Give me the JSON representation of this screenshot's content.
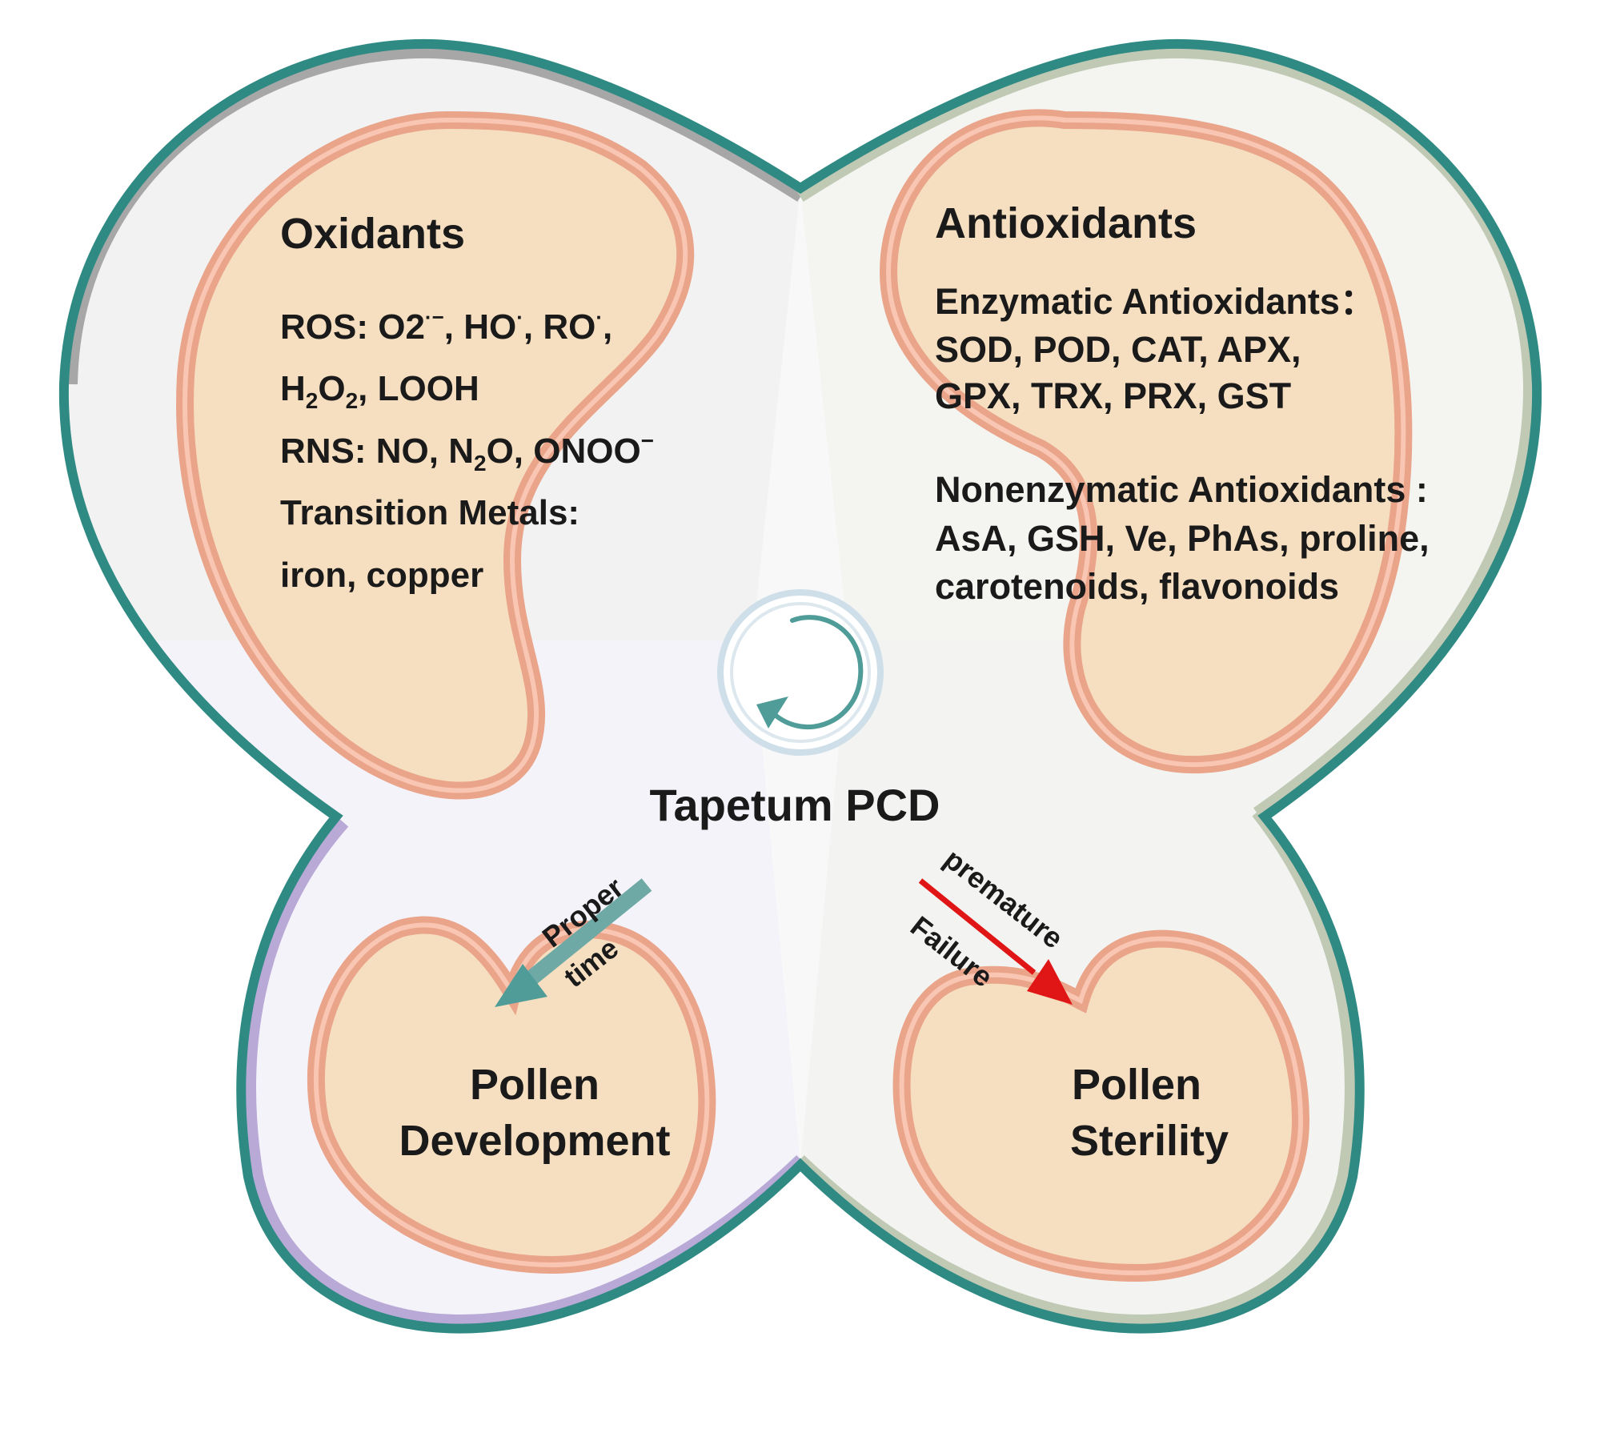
{
  "center": {
    "title": "Tapetum PCD"
  },
  "oxidants": {
    "title": "Oxidants",
    "lines": [
      [
        "ROS: O2",
        "·−",
        ", HO",
        "·",
        ", RO",
        "·",
        ","
      ],
      [
        "H",
        "2",
        "O",
        "2",
        ", LOOH"
      ],
      [
        "RNS: NO, N",
        "2",
        "O, ONOO",
        "−"
      ],
      [
        "Transition Metals:"
      ],
      [
        "iron, copper"
      ]
    ]
  },
  "antioxidants": {
    "title": "Antioxidants",
    "enzymatic_heading": "Enzymatic Antioxidants：",
    "enzymatic_lines": [
      "SOD, POD, CAT, APX,",
      "GPX, TRX, PRX, GST"
    ],
    "nonenzymatic_heading": "Nonenzymatic Antioxidants :",
    "nonenzymatic_lines": [
      "AsA, GSH, Ve, PhAs, proline,",
      "carotenoids, flavonoids"
    ]
  },
  "outcomes": {
    "development": [
      "Pollen",
      "Development"
    ],
    "sterility": [
      "Pollen",
      "Sterility"
    ]
  },
  "arrows": {
    "proper": {
      "line1": "Proper",
      "line2": "time",
      "color": "#4f9c98"
    },
    "premature": {
      "label": "premature",
      "color": "#e01616"
    },
    "failure": {
      "label": "Failure"
    }
  },
  "colors": {
    "outline": "#2f8a84",
    "pollen_fill": "#f6dfc0",
    "pollen_ring": "#e9a48a"
  }
}
